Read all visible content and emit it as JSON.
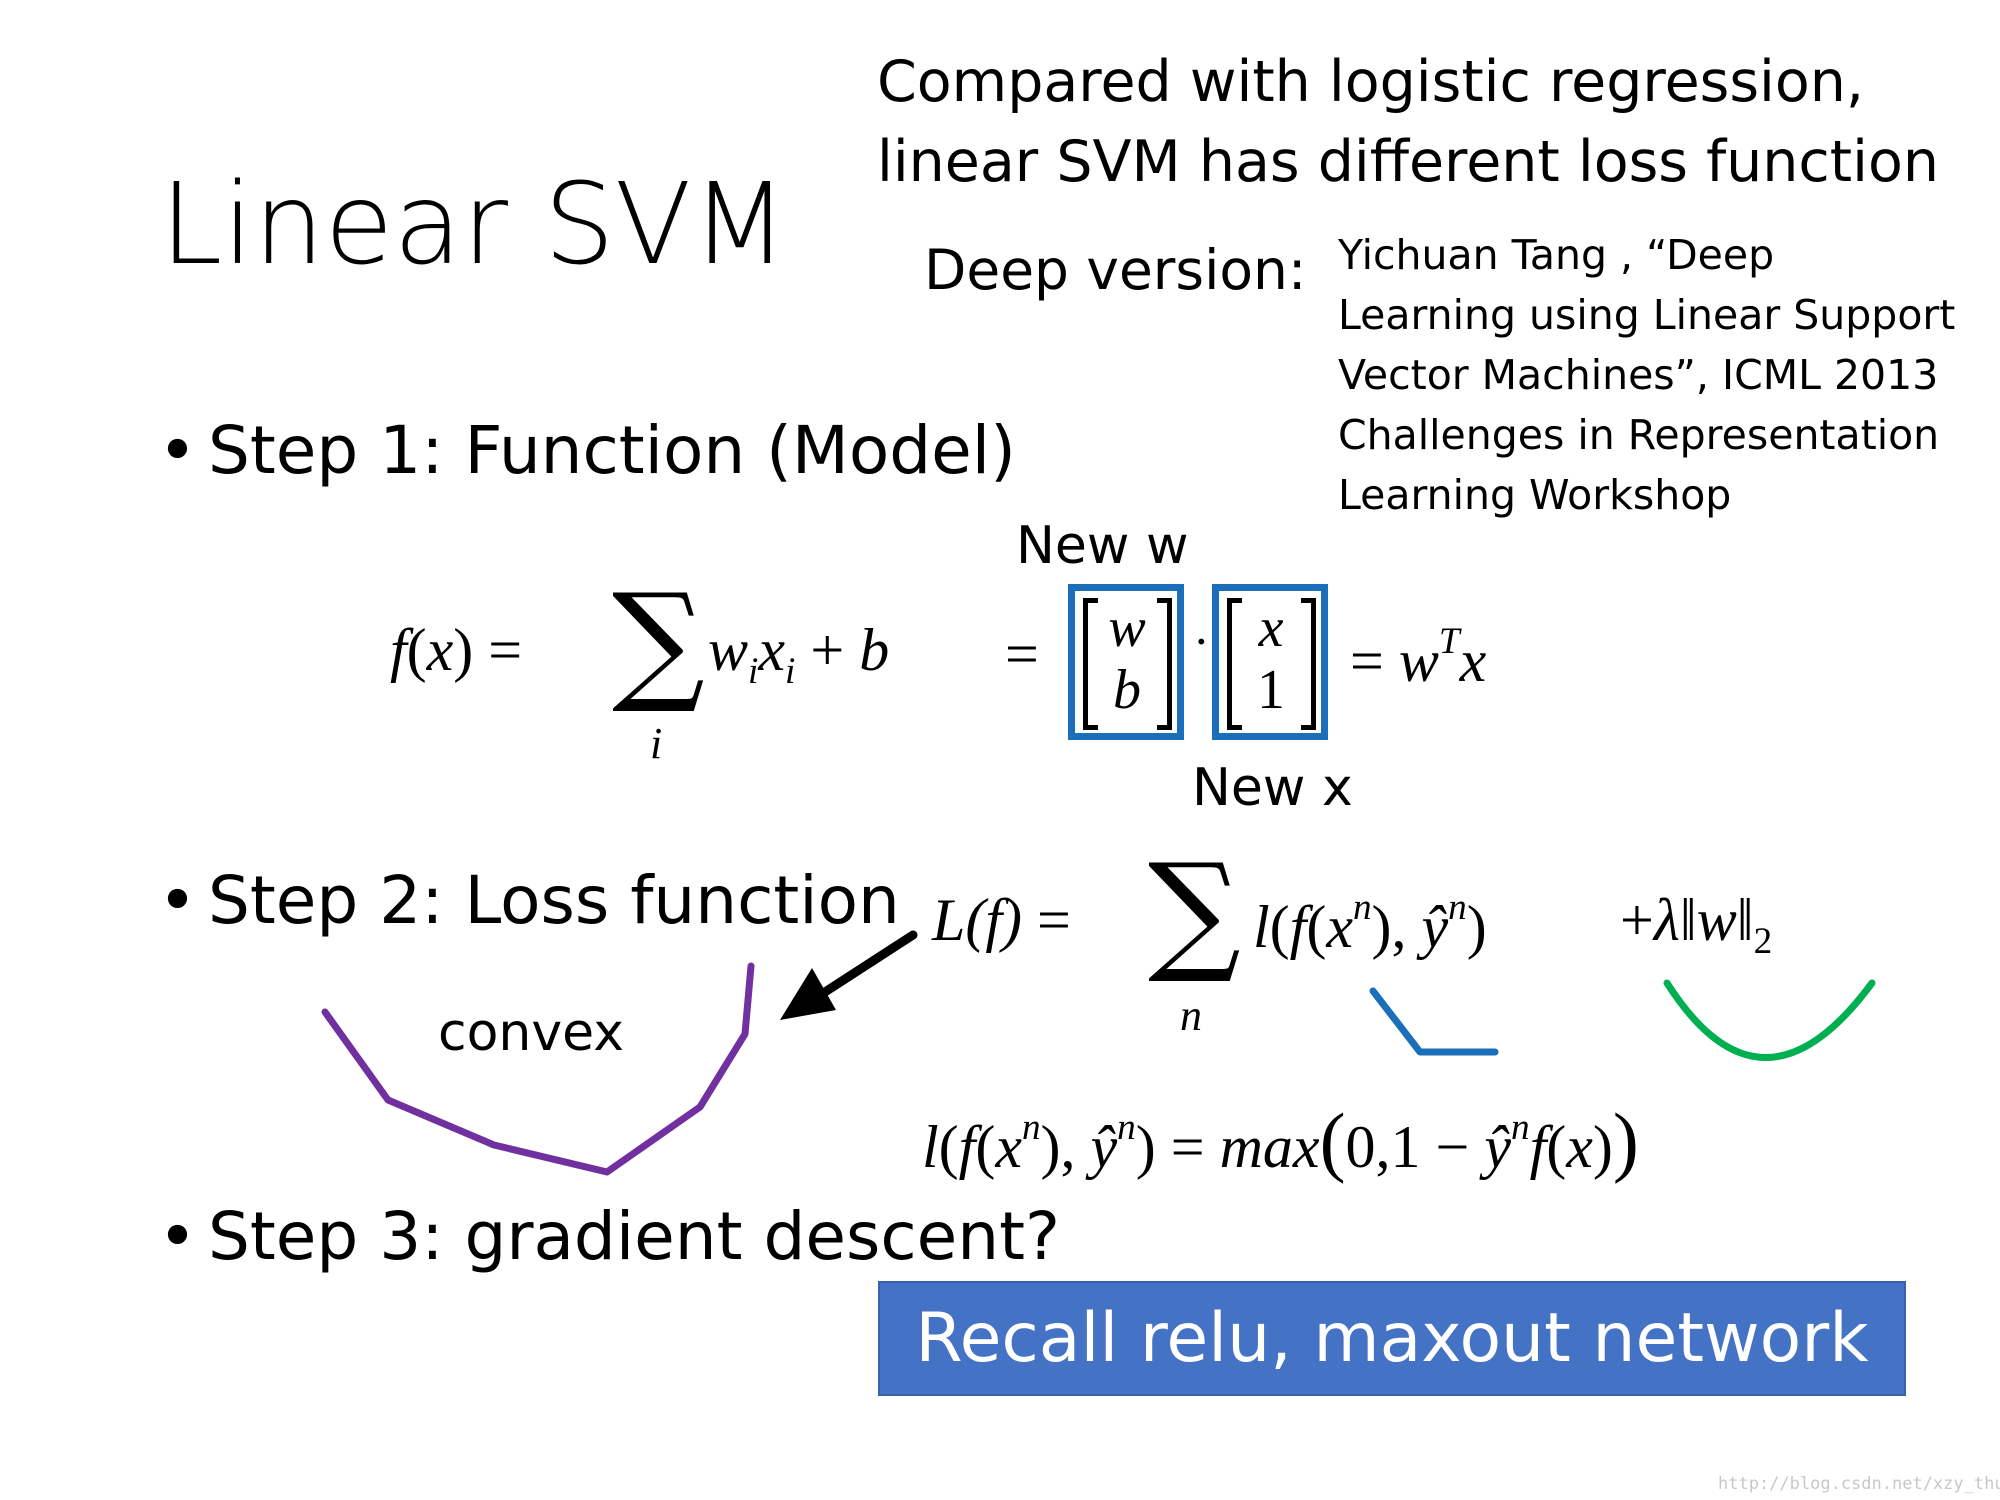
{
  "slide": {
    "title": "Linear SVM",
    "comparison": {
      "line1": "Compared with logistic regression,",
      "line2": "linear SVM has different loss function"
    },
    "deep_version": {
      "label": "Deep version:",
      "reference_lines": [
        "Yichuan Tang , “Deep",
        "Learning using Linear Support",
        "Vector Machines”,  ICML 2013",
        "Challenges in Representation",
        "Learning Workshop"
      ]
    },
    "steps": [
      {
        "bullet": "•",
        "text": "Step 1: Function (Model)"
      },
      {
        "bullet": "•",
        "text": "Step 2: Loss function"
      },
      {
        "bullet": "•",
        "text": "Step 3: gradient descent?"
      }
    ],
    "annotations": {
      "new_w": "New w",
      "new_x": "New x",
      "convex": "convex"
    },
    "equation1": {
      "lhs_f": "f",
      "lhs_paren_open": "(",
      "lhs_x": "x",
      "lhs_paren_close": ")",
      "equals": "=",
      "sum_symbol": "∑",
      "sum_index": "i",
      "w": "w",
      "w_sub": "i",
      "x": "x",
      "x_sub": "i",
      "plus": "+",
      "b": "b",
      "equals2": "=",
      "vector_w": [
        "w",
        "b"
      ],
      "dot": "·",
      "vector_x": [
        "x",
        "1"
      ],
      "equals3": "=",
      "rhs_w": "w",
      "rhs_sup": "T",
      "rhs_x": "x"
    },
    "equation2": {
      "lhs": "L(f)",
      "equals": "=",
      "sum_symbol": "∑",
      "sum_index": "n",
      "l": "l",
      "f": "f",
      "x": "x",
      "x_sup": "n",
      "yhat": "ŷ",
      "y_sup": "n",
      "reg_plus": "+",
      "lambda": "λ",
      "norm_w": "w",
      "norm_sub": "2"
    },
    "equation3": {
      "l": "l",
      "f": "f",
      "x": "x",
      "x_sup": "n",
      "yhat": "ŷ",
      "y_sup": "n",
      "equals": "=",
      "max": "max",
      "args": "0,1 −",
      "yhat2": "ŷ",
      "y2_sup": "n",
      "f2": "f",
      "x2": "x"
    },
    "banner": "Recall relu, maxout network",
    "watermark": "http://blog.csdn.net/xzy_thu",
    "colors": {
      "box_blue": "#1a6fb8",
      "banner_fill": "#4472c4",
      "convex_purple": "#7030a0",
      "hinge_blue": "#1a6fb8",
      "regularizer_green": "#00b050"
    }
  }
}
